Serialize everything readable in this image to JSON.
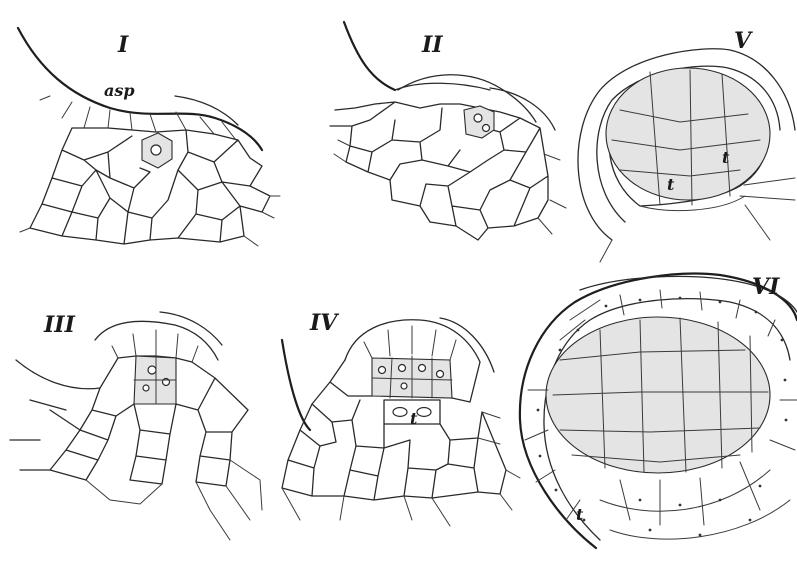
{
  "figures": [
    {
      "id": "I",
      "label": "I",
      "annotations": [
        "asp"
      ]
    },
    {
      "id": "II",
      "label": "II",
      "annotations": []
    },
    {
      "id": "III",
      "label": "III",
      "annotations": []
    },
    {
      "id": "IV",
      "label": "IV",
      "annotations": [
        "t"
      ]
    },
    {
      "id": "V",
      "label": "V",
      "annotations": [
        "t",
        "t"
      ]
    },
    {
      "id": "VI",
      "label": "VI",
      "annotations": [
        "t"
      ]
    }
  ]
}
